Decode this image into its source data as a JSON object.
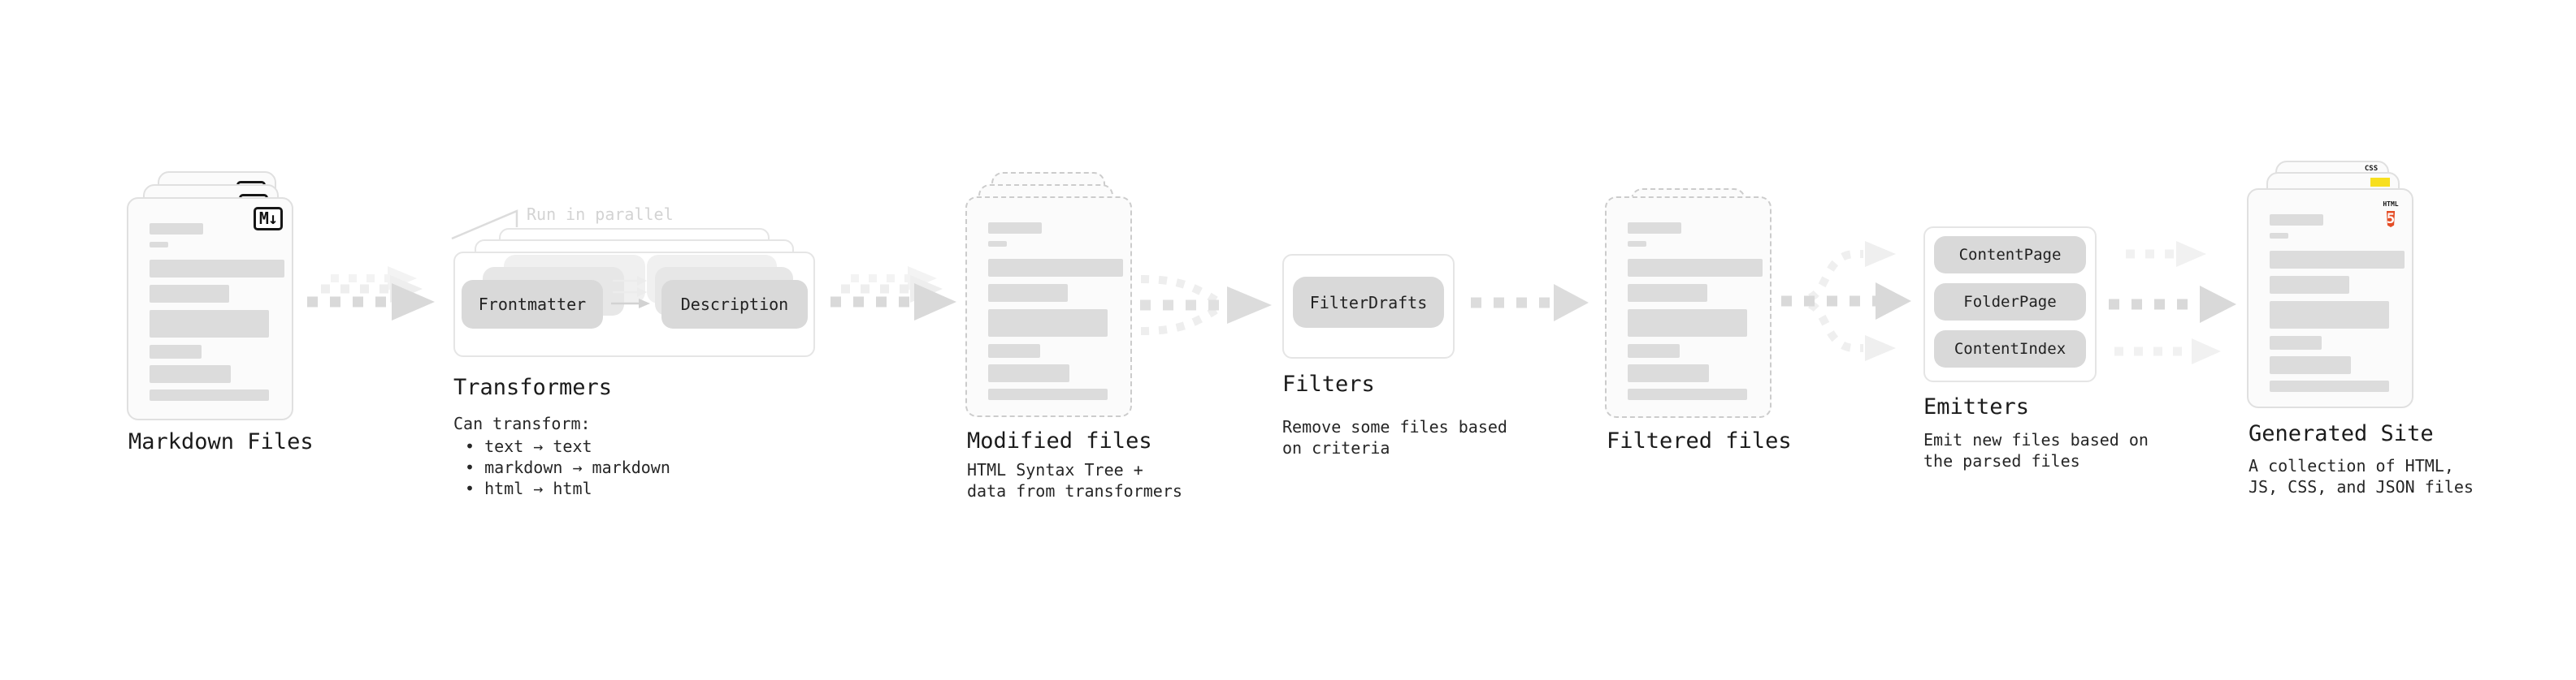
{
  "stages": {
    "markdown": {
      "label": "Markdown Files",
      "badge": "M↓"
    },
    "transformers": {
      "annotation": "Run in parallel",
      "pill_frontmatter": "Frontmatter",
      "pill_description": "Description",
      "title": "Transformers",
      "desc_heading": "Can transform:",
      "bullets": [
        "• text → text",
        "• markdown → markdown",
        "• html → html"
      ]
    },
    "modified": {
      "title": "Modified files",
      "subtitle_line1": "HTML Syntax Tree +",
      "subtitle_line2": "data from transformers"
    },
    "filters": {
      "pill": "FilterDrafts",
      "title": "Filters",
      "subtitle_line1": "Remove some files based",
      "subtitle_line2": "on criteria"
    },
    "filtered": {
      "title": "Filtered files"
    },
    "emitters": {
      "pills": [
        "ContentPage",
        "FolderPage",
        "ContentIndex"
      ],
      "title": "Emitters",
      "subtitle_line1": "Emit new files based on",
      "subtitle_line2": "the parsed files"
    },
    "generated": {
      "title": "Generated Site",
      "subtitle_line1": "A collection of HTML,",
      "subtitle_line2": "JS, CSS, and JSON files",
      "html5_label": "HTML",
      "html5_number": "5",
      "css_label": "CSS"
    },
    "colors": {
      "html5_orange": "#e44d26",
      "js_yellow": "#f7df1e",
      "css_blue": "#2b63e8",
      "arrow_gray": "#d9d9d9"
    }
  }
}
